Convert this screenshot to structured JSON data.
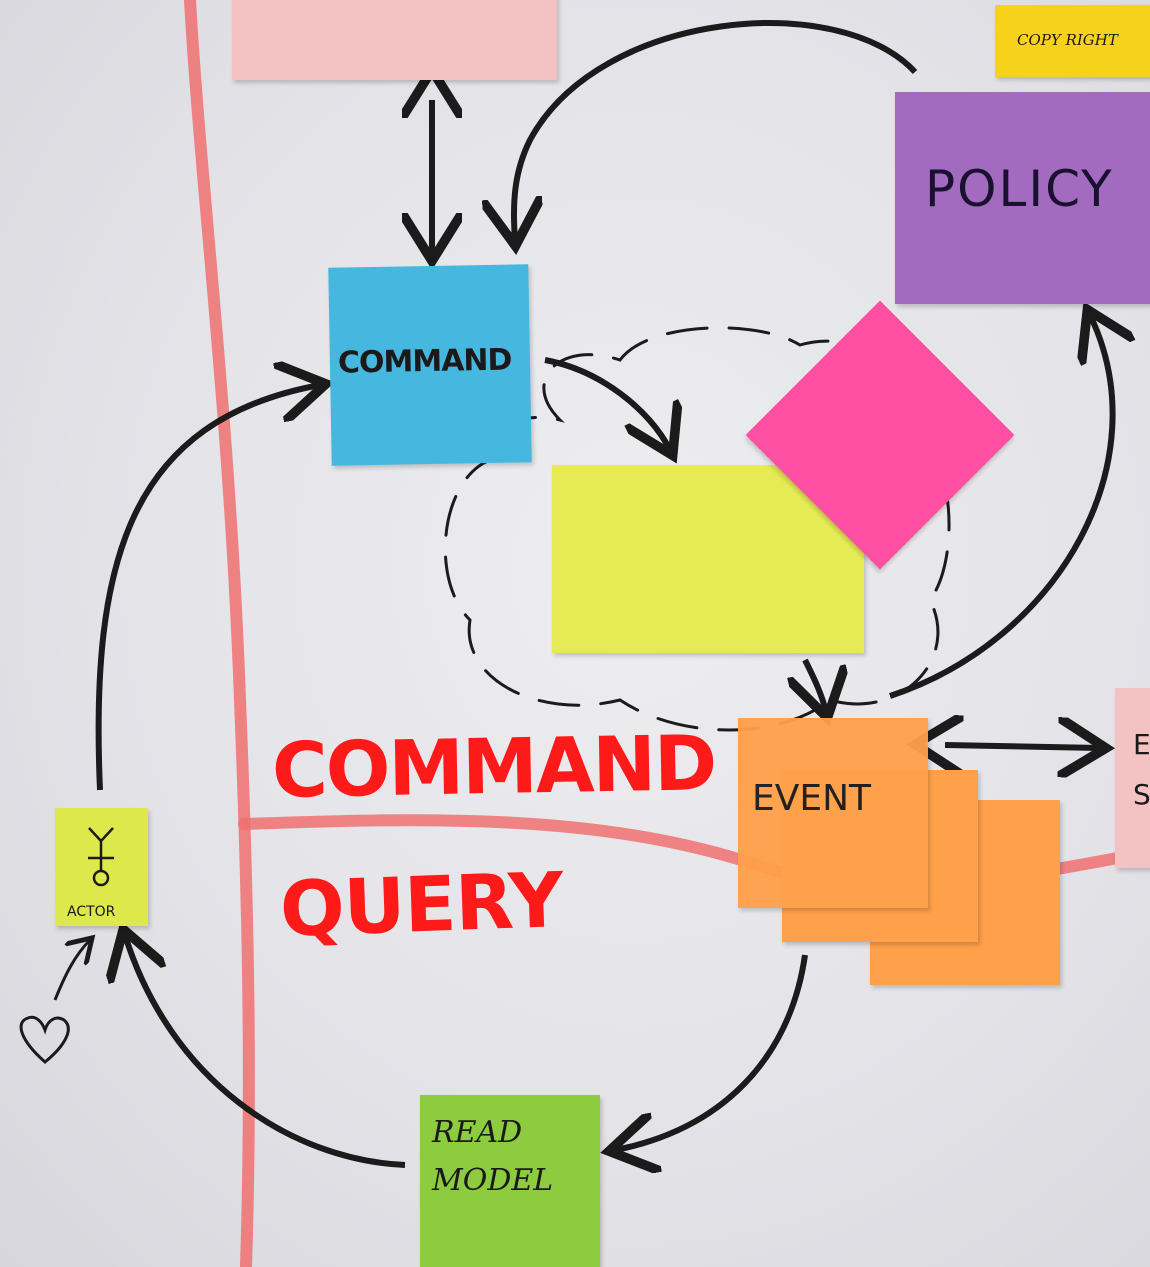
{
  "colors": {
    "board": "#e4e4e8",
    "ink": "#1b1b1b",
    "swimlane": "#f07070",
    "cq_text": "#ff1a1a",
    "aggregate_pink": "#ff4fa3",
    "command_blue": "#46b8e0",
    "policy_purple": "#a36bc0",
    "event_orange": "#ffa04a",
    "readmodel_green": "#8ccc3e",
    "actor_yellow": "#dde84a",
    "aggregate_yellow": "#e6ea55",
    "system_pink": "#f4c2c2"
  },
  "notes": {
    "top_left_partial": "",
    "top_right_label": "COPY RIGHT",
    "policy": "POLICY",
    "command": "COMMAND",
    "event": "EVENT",
    "read_model_line1": "READ",
    "read_model_line2": "MODEL",
    "actor": "ACTOR",
    "right_edge_line1": "E",
    "right_edge_line2": "S"
  },
  "labels": {
    "command_side": "COMMAND",
    "query_side": "QUERY"
  },
  "icons": [
    "heart-icon",
    "stick-figure-icon"
  ]
}
